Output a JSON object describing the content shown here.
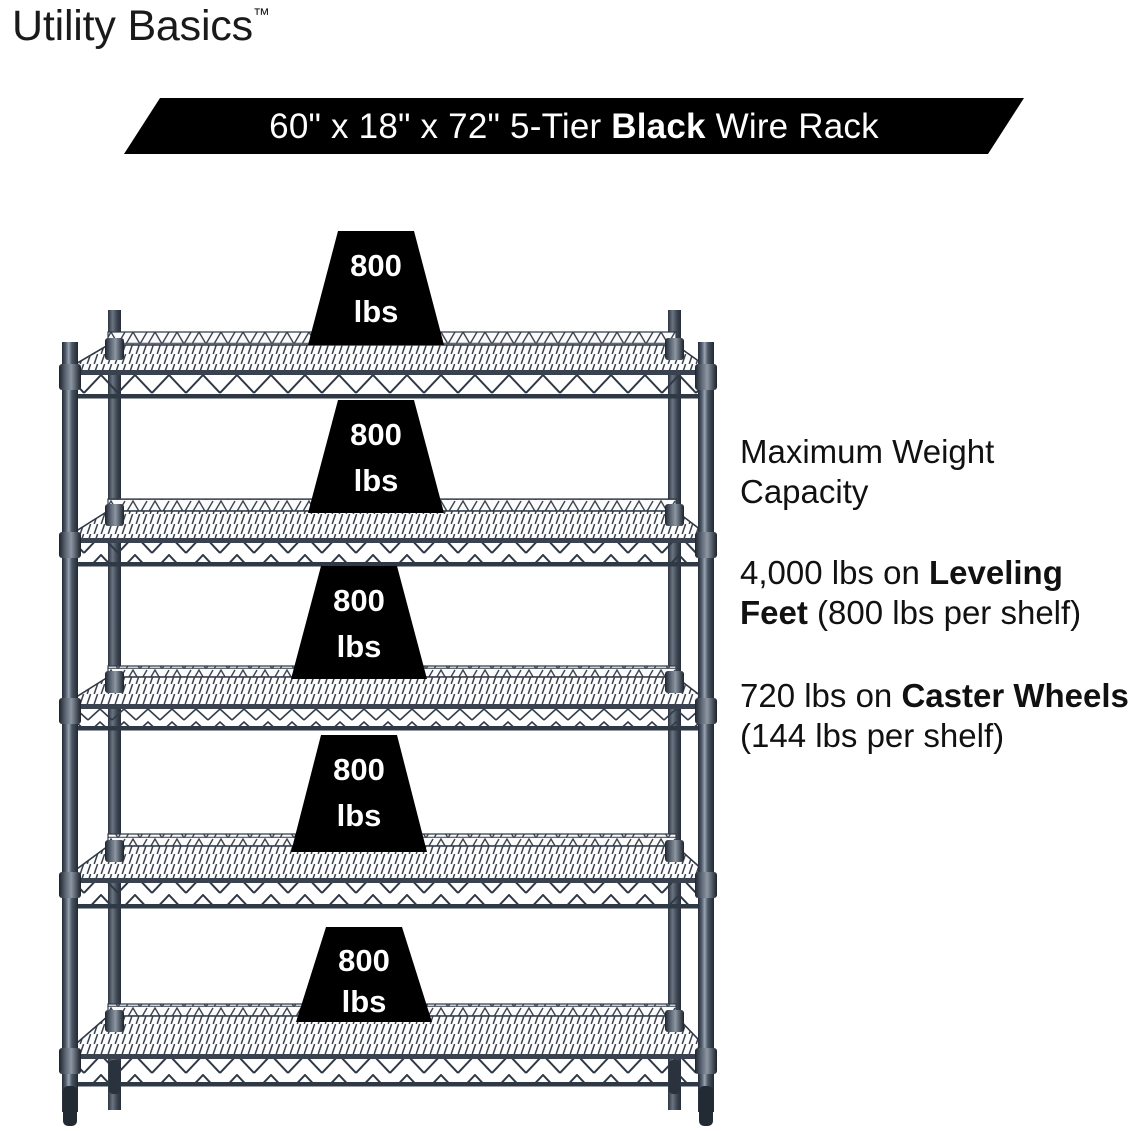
{
  "brand": {
    "name": "Utility Basics",
    "trademark": "™"
  },
  "banner": {
    "text_before_bold": "60\" x 18\" x 72\" 5-Tier ",
    "bold_word": "Black",
    "text_after_bold": " Wire Rack",
    "full_text": "60\" x 18\" x 72\" 5-Tier Black Wire Rack",
    "background_color": "#000000",
    "text_color": "#ffffff"
  },
  "product": {
    "width_in": "60\"",
    "depth_in": "18\"",
    "height_in": "72\"",
    "tiers": "5-Tier",
    "color": "Black",
    "type": "Wire Rack",
    "shelf_count": 5
  },
  "badges": [
    {
      "value": "800",
      "unit": "lbs"
    },
    {
      "value": "800",
      "unit": "lbs"
    },
    {
      "value": "800",
      "unit": "lbs"
    },
    {
      "value": "800",
      "unit": "lbs"
    },
    {
      "value": "800",
      "unit": "lbs"
    }
  ],
  "specs": {
    "heading": "Maximum Weight Capacity",
    "items": [
      {
        "lead": "4,000 lbs on ",
        "bold": "Leveling Feet",
        "tail": " (800 lbs per shelf)",
        "total": "4,000 lbs",
        "per_shelf": "800 lbs"
      },
      {
        "lead": "720 lbs on ",
        "bold": "Caster Wheels",
        "tail": " (144 lbs per shelf)",
        "total": "720 lbs",
        "per_shelf": "144 lbs"
      }
    ]
  },
  "colors": {
    "rack_dark": "#2b3440",
    "rack_mid": "#55606e",
    "rack_light": "#8f98a6",
    "badge_bg": "#000000",
    "badge_text": "#ffffff",
    "page_bg": "#ffffff",
    "ink": "#111111"
  }
}
